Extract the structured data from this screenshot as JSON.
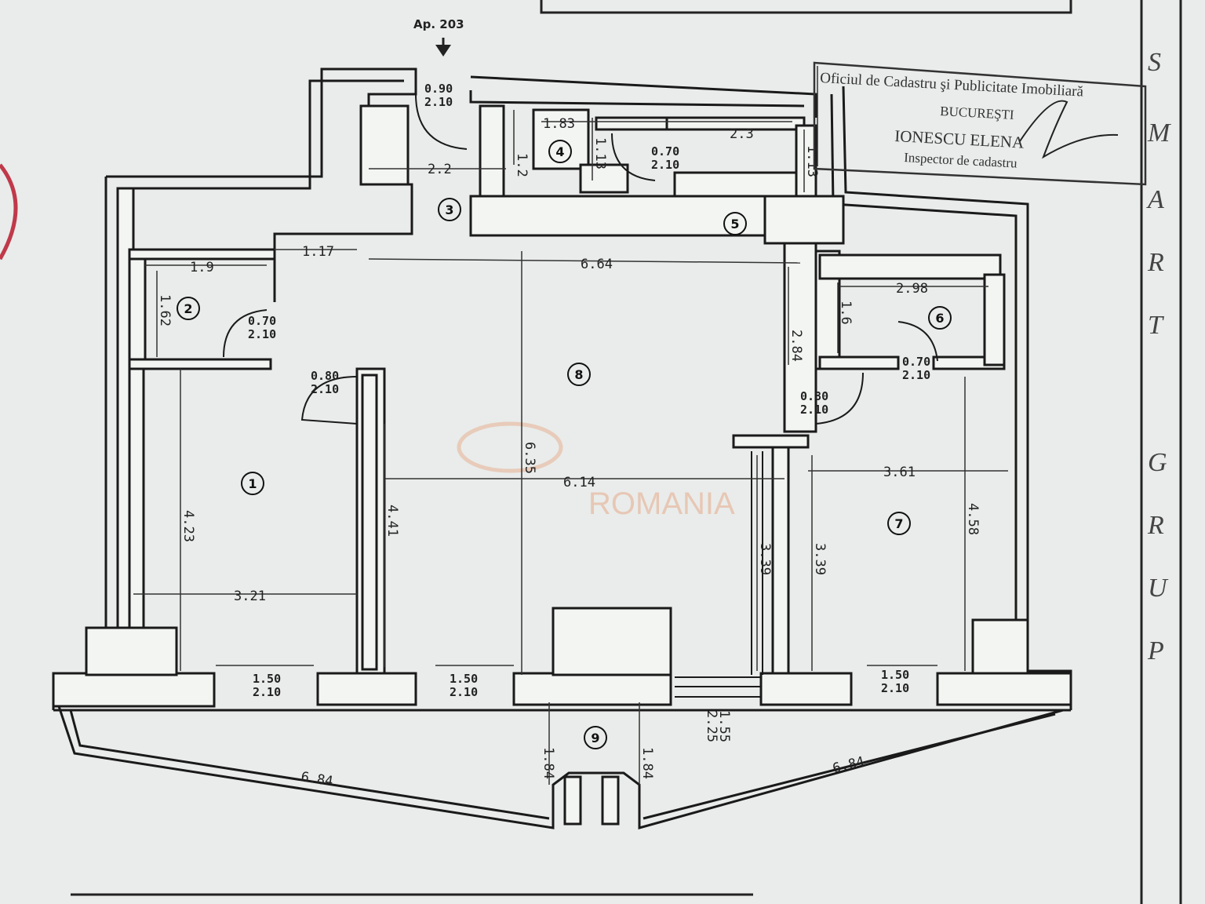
{
  "apartment_label": "Ap. 203",
  "watermark": "ROMANIA",
  "stamp": {
    "line1": "Oficiul de Cadastru şi Publicitate Imobiliară",
    "line2": "BUCUREŞTI",
    "line3": "IONESCU ELENA",
    "line4": "Inspector de cadastru"
  },
  "side_letters": [
    "S",
    "M",
    "A",
    "R",
    "T",
    "G",
    "R",
    "U",
    "P"
  ],
  "rooms": [
    "1",
    "2",
    "3",
    "4",
    "5",
    "6",
    "7",
    "8",
    "9"
  ],
  "dimensions": {
    "d_2_2": "2.2",
    "d_1_2": "1.2",
    "d_1_83": "1.83",
    "d_2_3": "2.3",
    "d_1_13a": "1.13",
    "d_1_13b": "1.13",
    "d_1_17": "1.17",
    "d_6_64": "6.64",
    "d_1_9": "1.9",
    "d_1_62": "1.62",
    "d_2_98": "2.98",
    "d_1_6": "1.6",
    "d_2_84": "2.84",
    "d_6_35": "6.35",
    "d_6_14": "6.14",
    "d_3_61": "3.61",
    "d_4_23": "4.23",
    "d_4_41": "4.41",
    "d_3_21": "3.21",
    "d_3_39a": "3.39",
    "d_3_39b": "3.39",
    "d_4_58": "4.58",
    "d_1_84a": "1.84",
    "d_1_84b": "1.84",
    "d_6_84a": "6.84",
    "d_6_84b": "6.84",
    "d_2_25": "2.25",
    "d_1_55": "1.55"
  },
  "doors": {
    "entry": [
      "0.90",
      "2.10"
    ],
    "bath": [
      "0.70",
      "2.10"
    ],
    "closet": [
      "0.70",
      "2.10"
    ],
    "room1": [
      "0.80",
      "2.10"
    ],
    "room6": [
      "0.70",
      "2.10"
    ],
    "room7": [
      "0.80",
      "2.10"
    ],
    "balcony1": [
      "1.50",
      "2.10"
    ],
    "balcony2": [
      "1.50",
      "2.10"
    ],
    "balcony3": [
      "1.50",
      "2.10"
    ]
  }
}
